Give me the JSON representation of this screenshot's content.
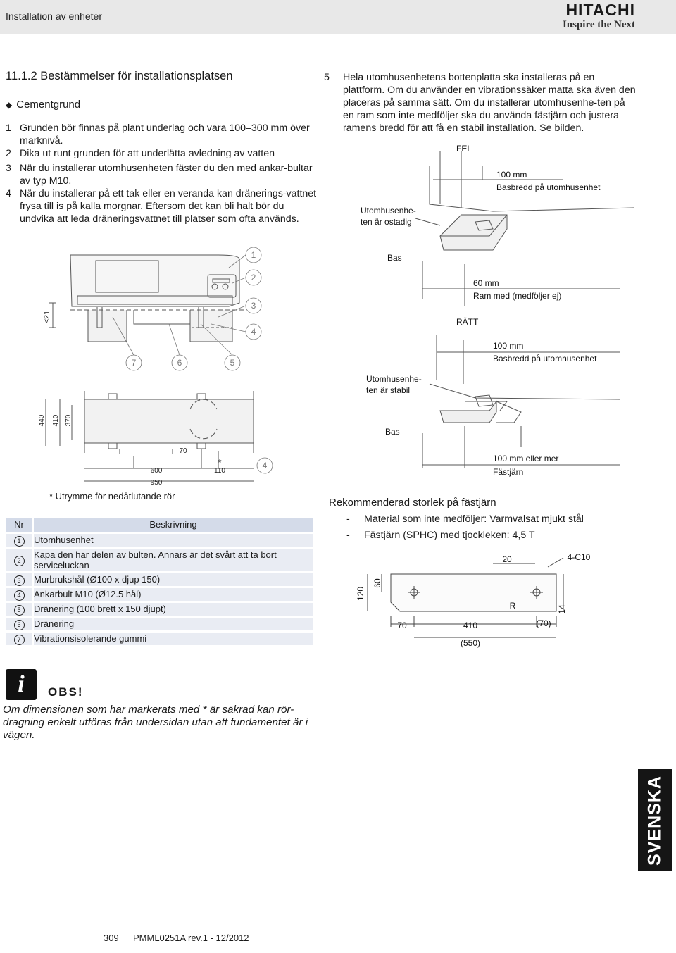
{
  "header": {
    "title": "Installation av enheter",
    "brand_name": "HITACHI",
    "brand_tagline": "Inspire the Next"
  },
  "section": {
    "heading": "11.1.2 Bestämmelser för installationsplatsen",
    "subheading": "Cementgrund"
  },
  "list": [
    {
      "n": "1",
      "text": "Grunden bör finnas på plant underlag och vara 100–300 mm över marknivå."
    },
    {
      "n": "2",
      "text": "Dika ut runt grunden för att underlätta avledning av vatten"
    },
    {
      "n": "3",
      "text": "När du installerar utomhusenheten fäster du den med ankar-bultar av typ M10."
    },
    {
      "n": "4",
      "text": "När du installerar på ett tak eller en veranda kan dränerings-vattnet frysa till is på kalla morgnar. Eftersom det kan bli halt bör du undvika att leda dräneringsvattnet till platser som ofta används."
    }
  ],
  "item5": {
    "n": "5",
    "text": "Hela utomhusenhetens bottenplatta ska installeras på en plattform. Om du använder en vibrationssäker matta ska även den placeras på samma sätt. Om du installerar utomhusenhe-ten på en ram som inte medföljer ska du använda fästjärn och justera ramens bredd för att få en stabil installation. Se bilden."
  },
  "left_diagram": {
    "callouts": [
      "1",
      "2",
      "3",
      "4",
      "7",
      "6",
      "5"
    ],
    "dim_side": "≤21",
    "dims_vertical": [
      "440",
      "410",
      "370"
    ],
    "dims_bottom": [
      "70",
      "600",
      "950",
      "110"
    ],
    "star": "*",
    "callout_plan": "4",
    "footnote": "* Utrymme för nedåtlutande rör"
  },
  "right_diagram": {
    "fel": "FEL",
    "ratt": "RÄTT",
    "dim_100": "100 mm",
    "basbredd": "Basbredd på utomhusenhet",
    "unstable": "Utomhusenhe-ten är ostadig",
    "stable": "Utomhusenhe-ten är stabil",
    "bas": "Bas",
    "dim_60": "60 mm",
    "ram": "Ram med (medföljer ej)",
    "dim_100_more": "100 mm eller mer",
    "fastjarn": "Fästjärn"
  },
  "table": {
    "col_nr": "Nr",
    "col_desc": "Beskrivning",
    "rows": [
      {
        "nr": "1",
        "text": "Utomhusenhet"
      },
      {
        "nr": "2",
        "text": "Kapa den här delen av bulten. Annars är det svårt att ta bort serviceluckan"
      },
      {
        "nr": "3",
        "text": "Murbrukshål (Ø100 x djup 150)"
      },
      {
        "nr": "4",
        "text": "Ankarbult M10 (Ø12.5 hål)"
      },
      {
        "nr": "5",
        "text": "Dränering (100 brett x 150 djupt)"
      },
      {
        "nr": "6",
        "text": "Dränering"
      },
      {
        "nr": "7",
        "text": "Vibrationsisolerande gummi"
      }
    ]
  },
  "recommended": {
    "title": "Rekommenderad storlek på fästjärn",
    "items": [
      "Material som inte medföljer: Varmvalsat mjukt stål",
      "Fästjärn (SPHC) med tjockleken: 4,5 T"
    ],
    "dash": "-"
  },
  "bracket_drawing": {
    "d20": "20",
    "c10": "4-C10",
    "d120": "120",
    "d60": "60",
    "r": "R",
    "d14": "14",
    "d70": "70",
    "d410": "410",
    "d70p": "(70)",
    "d550": "(550)"
  },
  "obs": {
    "icon": "i",
    "label": "OBS!",
    "text": "Om dimensionen som har markerats med * är säkrad kan rör-dragning enkelt utföras från undersidan utan att fundamentet är i vägen."
  },
  "side_tab": "SVENSKA",
  "footer": {
    "page": "309",
    "doc": "PMML0251A rev.1 - 12/2012"
  }
}
